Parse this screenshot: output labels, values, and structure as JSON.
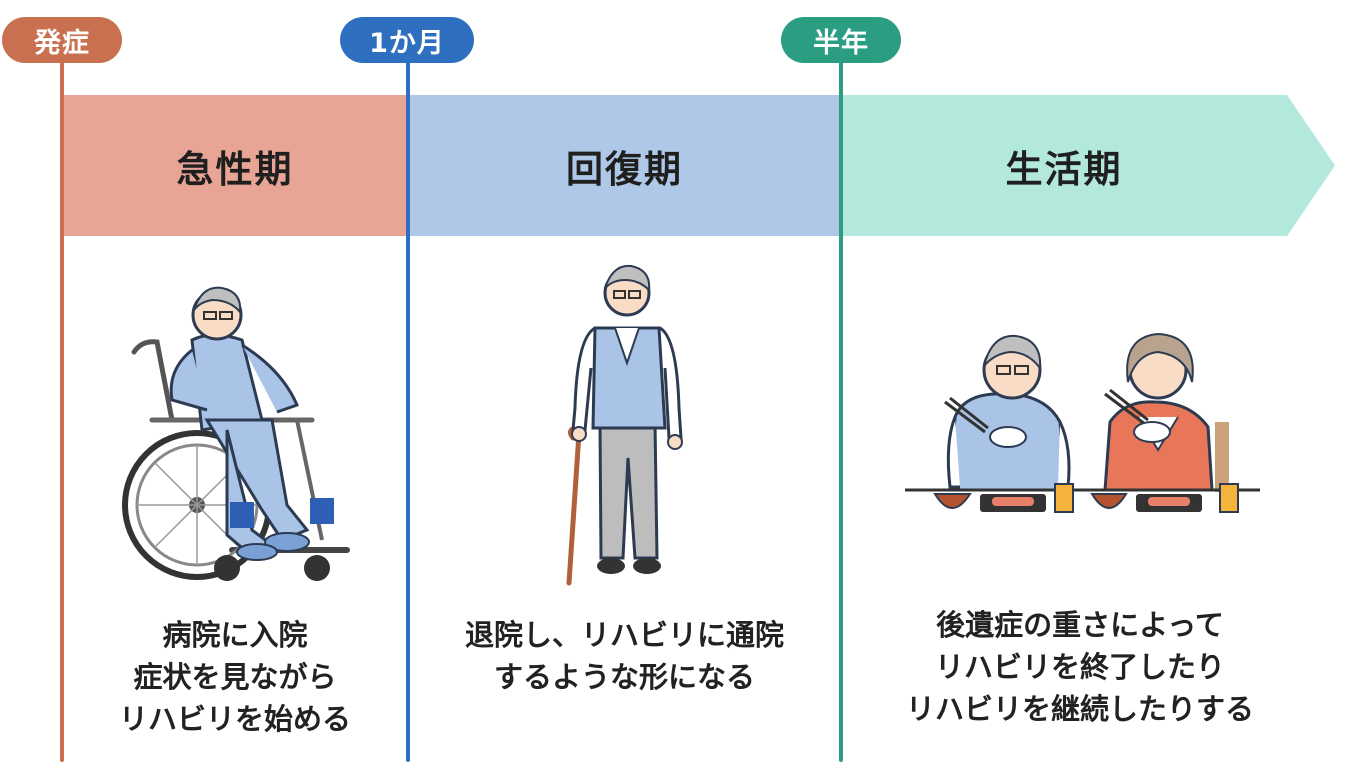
{
  "milestones": [
    {
      "label": "発症",
      "color": "#c8704f"
    },
    {
      "label": "1か月",
      "color": "#2f6fbf"
    },
    {
      "label": "半年",
      "color": "#2a9d83"
    }
  ],
  "phases": [
    {
      "name": "急性期",
      "color": "#e8a595",
      "lines": [
        "病院に入院",
        "症状を見ながら",
        "リハビリを始める"
      ]
    },
    {
      "name": "回復期",
      "color": "#afc8e8",
      "lines": [
        "退院し、リハビリに通院",
        "するような形になる"
      ]
    },
    {
      "name": "生活期",
      "color": "#b3e8dc",
      "lines": [
        "後遺症の重さによって",
        "リハビリを終了したり",
        "リハビリを継続したりする"
      ]
    }
  ],
  "icons": {
    "wheelchair": "wheelchair-patient-icon",
    "walker": "cane-walking-man-icon",
    "dining": "couple-eating-icon"
  }
}
